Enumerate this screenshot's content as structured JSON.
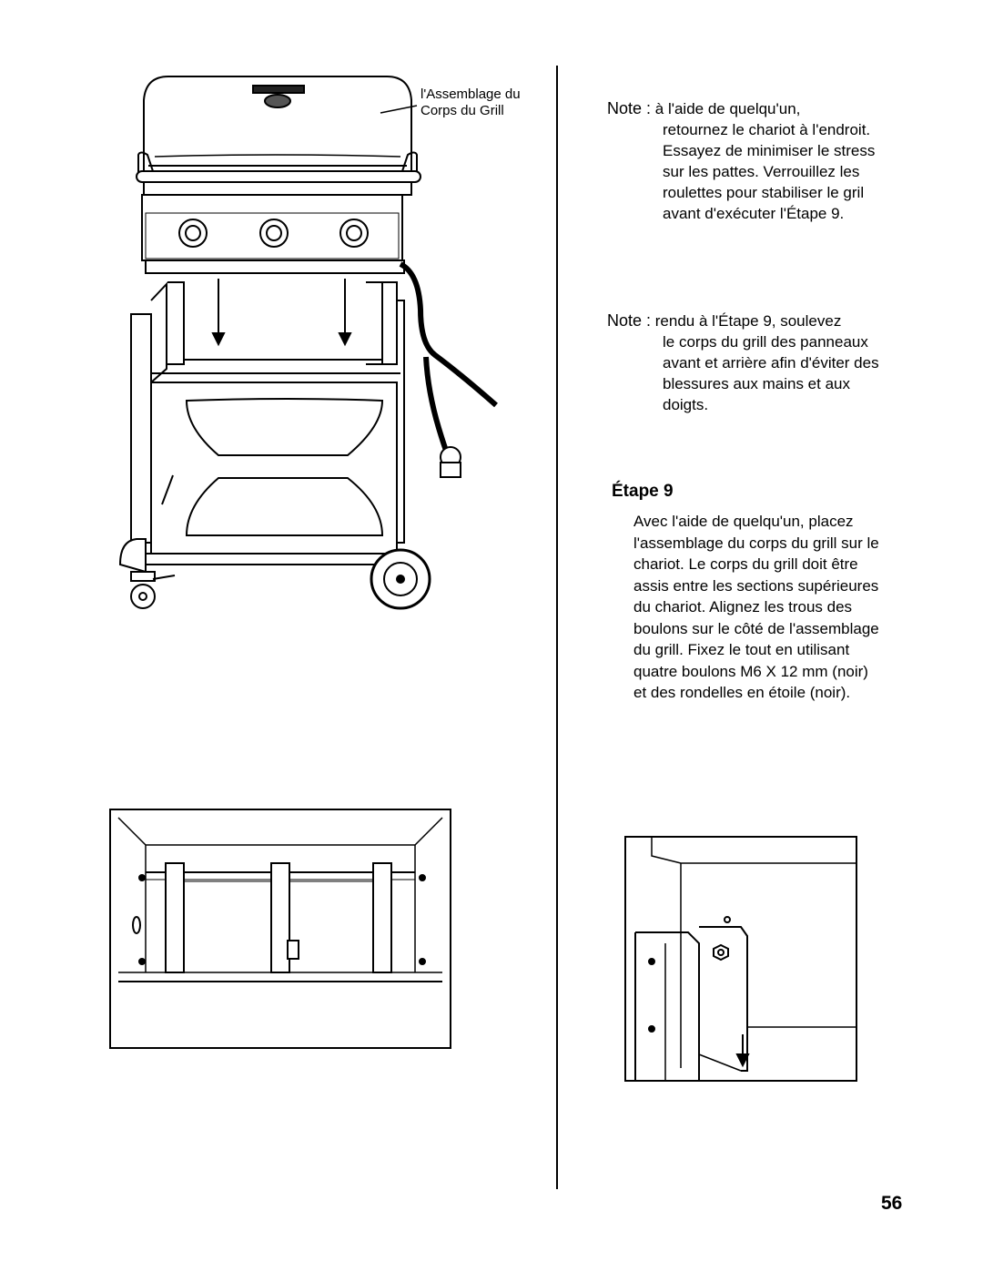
{
  "callout": {
    "line1": "l'Assemblage du",
    "line2": "Corps du Grill"
  },
  "note1": {
    "label": "Note :",
    "first_line": "à l'aide de quelqu'un,",
    "rest": "retournez le chariot à l'endroit.  Essayez de minimiser le stress sur les pattes. Verrouillez les roulettes pour stabiliser le gril avant d'exécuter l'Étape 9."
  },
  "note2": {
    "label": "Note :",
    "first_line": "rendu à l'Étape 9, soulevez",
    "rest": "le corps du grill des panneaux avant et arrière afin d'éviter des blessures aux mains et aux doigts."
  },
  "step": {
    "title": "Étape 9",
    "body": "Avec l'aide de quelqu'un, placez l'assemblage du corps du grill sur le chariot. Le corps du grill doit être assis entre les sections supérieures du chariot. Alignez les trous des boulons sur le côté de l'assemblage du grill. Fixez le tout en utilisant quatre boulons M6 X 12  mm (noir) et des rondelles en étoile (noir)."
  },
  "page_number": "56"
}
